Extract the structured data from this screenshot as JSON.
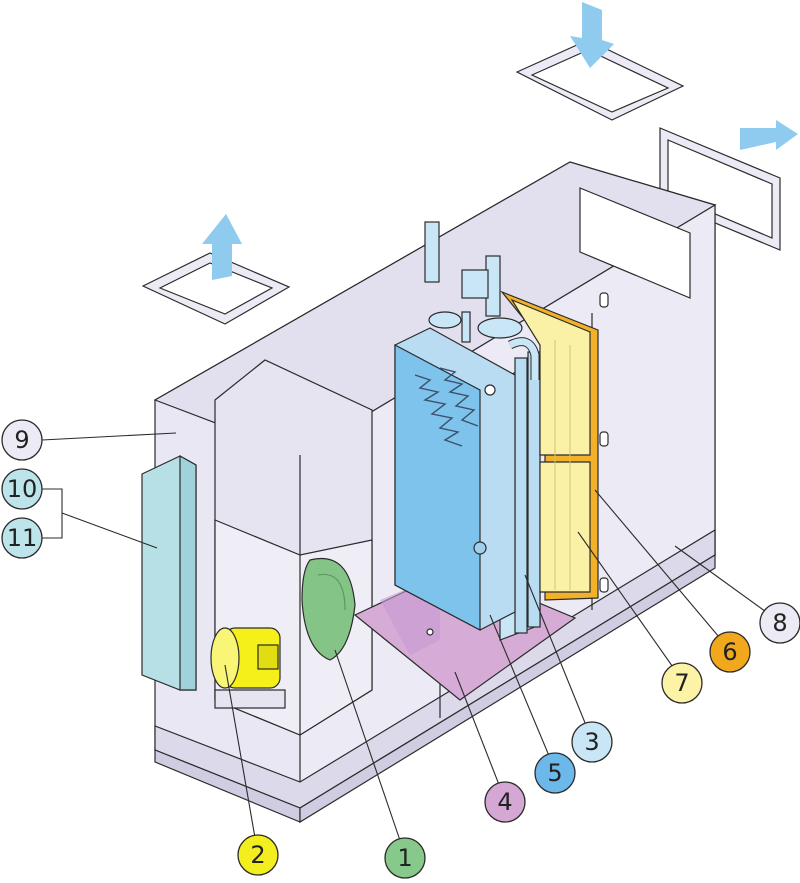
{
  "callouts": [
    {
      "id": "1",
      "label": "1",
      "color": "#86c98a"
    },
    {
      "id": "2",
      "label": "2",
      "color": "#f3ee1d"
    },
    {
      "id": "3",
      "label": "3",
      "color": "#c9e6f6"
    },
    {
      "id": "4",
      "label": "4",
      "color": "#d4a7d4"
    },
    {
      "id": "5",
      "label": "5",
      "color": "#6cb8ea"
    },
    {
      "id": "6",
      "label": "6",
      "color": "#f2a81d"
    },
    {
      "id": "7",
      "label": "7",
      "color": "#fcf3a6"
    },
    {
      "id": "8",
      "label": "8",
      "color": "#ecebf5"
    },
    {
      "id": "9",
      "label": "9",
      "color": "#ecebf5"
    },
    {
      "id": "10",
      "label": "10",
      "color": "#bde4ea"
    },
    {
      "id": "11",
      "label": "11",
      "color": "#bde4ea"
    }
  ],
  "colors": {
    "cabinet": "#e9e7f3",
    "cabinet_dark": "#d8d5e8",
    "coil_blue": "#7ec3ec",
    "coil_pale": "#c9e6f6",
    "filter_yellow": "#fbf1a6",
    "filter_orange": "#f3b129",
    "drain_pan": "#d6abd6",
    "fan": "#84c487",
    "motor": "#f5ef1a",
    "panel": "#b7e0e6",
    "arrow": "#8fcbee"
  }
}
